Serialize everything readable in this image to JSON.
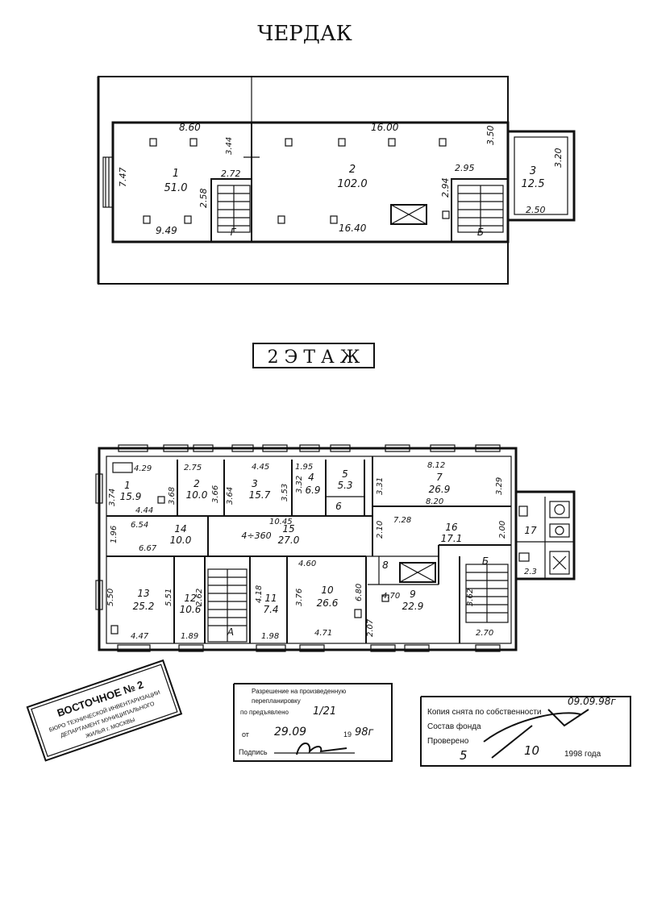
{
  "attic": {
    "title": "ЧЕРДАК",
    "dims": [
      "8.60",
      "16.00",
      "2.72",
      "2.95",
      "3.50",
      "3.20",
      "2.50",
      "2.58",
      "2.94",
      "7.47",
      "9.49",
      "16.40",
      "3.44"
    ],
    "rooms": [
      {
        "num": "1",
        "area": "51.0"
      },
      {
        "num": "2",
        "area": "102.0"
      },
      {
        "num": "3",
        "area": "12.5"
      }
    ],
    "stair_labels": [
      "Г",
      "Б"
    ]
  },
  "floor2": {
    "title": "2  Э Т А Ж",
    "rooms": [
      {
        "num": "1",
        "area": "15.9"
      },
      {
        "num": "2",
        "area": "10.0"
      },
      {
        "num": "3",
        "area": "15.7"
      },
      {
        "num": "4",
        "area": "6.9"
      },
      {
        "num": "5",
        "area": "5.3"
      },
      {
        "num": "6",
        "area": ""
      },
      {
        "num": "7",
        "area": "26.9"
      },
      {
        "num": "8",
        "area": ""
      },
      {
        "num": "9",
        "area": "22.9"
      },
      {
        "num": "10",
        "area": "26.6"
      },
      {
        "num": "11",
        "area": "7.4"
      },
      {
        "num": "12",
        "area": "10.6"
      },
      {
        "num": "13",
        "area": "25.2"
      },
      {
        "num": "14",
        "area": "10.0"
      },
      {
        "num": "15",
        "area": "27.0"
      },
      {
        "num": "16",
        "area": "17.1"
      },
      {
        "num": "17",
        "area": ""
      }
    ],
    "dims": [
      "4.29",
      "2.75",
      "4.45",
      "1.95",
      "8.12",
      "3.74",
      "3.68",
      "3.66",
      "3.64",
      "3.53",
      "3.32",
      "3.31",
      "3.29",
      "8.20",
      "4.44",
      "6.54",
      "10.45",
      "6.67",
      "7.28",
      "2.10",
      "2.00",
      "4.60",
      "4.70",
      "1.96",
      "5.50",
      "5.51",
      "2.62",
      "3.76",
      "6.80",
      "4.18",
      "2.07",
      "3.62",
      "4.47",
      "1.89",
      "1.98",
      "4.71",
      "2.70",
      "2.3"
    ],
    "corridor_formula": "4÷360",
    "stair_labels": [
      "А",
      "Б"
    ]
  },
  "stamps": {
    "east_bureau": {
      "line1": "ВОСТОЧНОЕ № 2",
      "line2": "БЮРО ТЕХНИЧЕСКОЙ ИНВЕНТАРИЗАЦИИ",
      "line3": "ДЕПАРТАМЕНТ МУНИЦИПАЛЬНОГО",
      "line4": "ЖИЛЬЯ г. МОСКВЫ"
    },
    "permit": {
      "line1": "Разрешение на произведенную",
      "line2": "перепланировку",
      "line3": "по предъявлено",
      "number": "1/21",
      "from_label": "от",
      "date": "29.09",
      "year_prefix": "19",
      "year": "98г",
      "sign_label": "Подпись"
    },
    "recheck": {
      "line1": "Копия снята по собственности",
      "date_hand": "09.09.98г",
      "line2": "Состав фонда",
      "line3": "Проверено",
      "day": "5",
      "month": "10",
      "year": "1998 года"
    }
  }
}
